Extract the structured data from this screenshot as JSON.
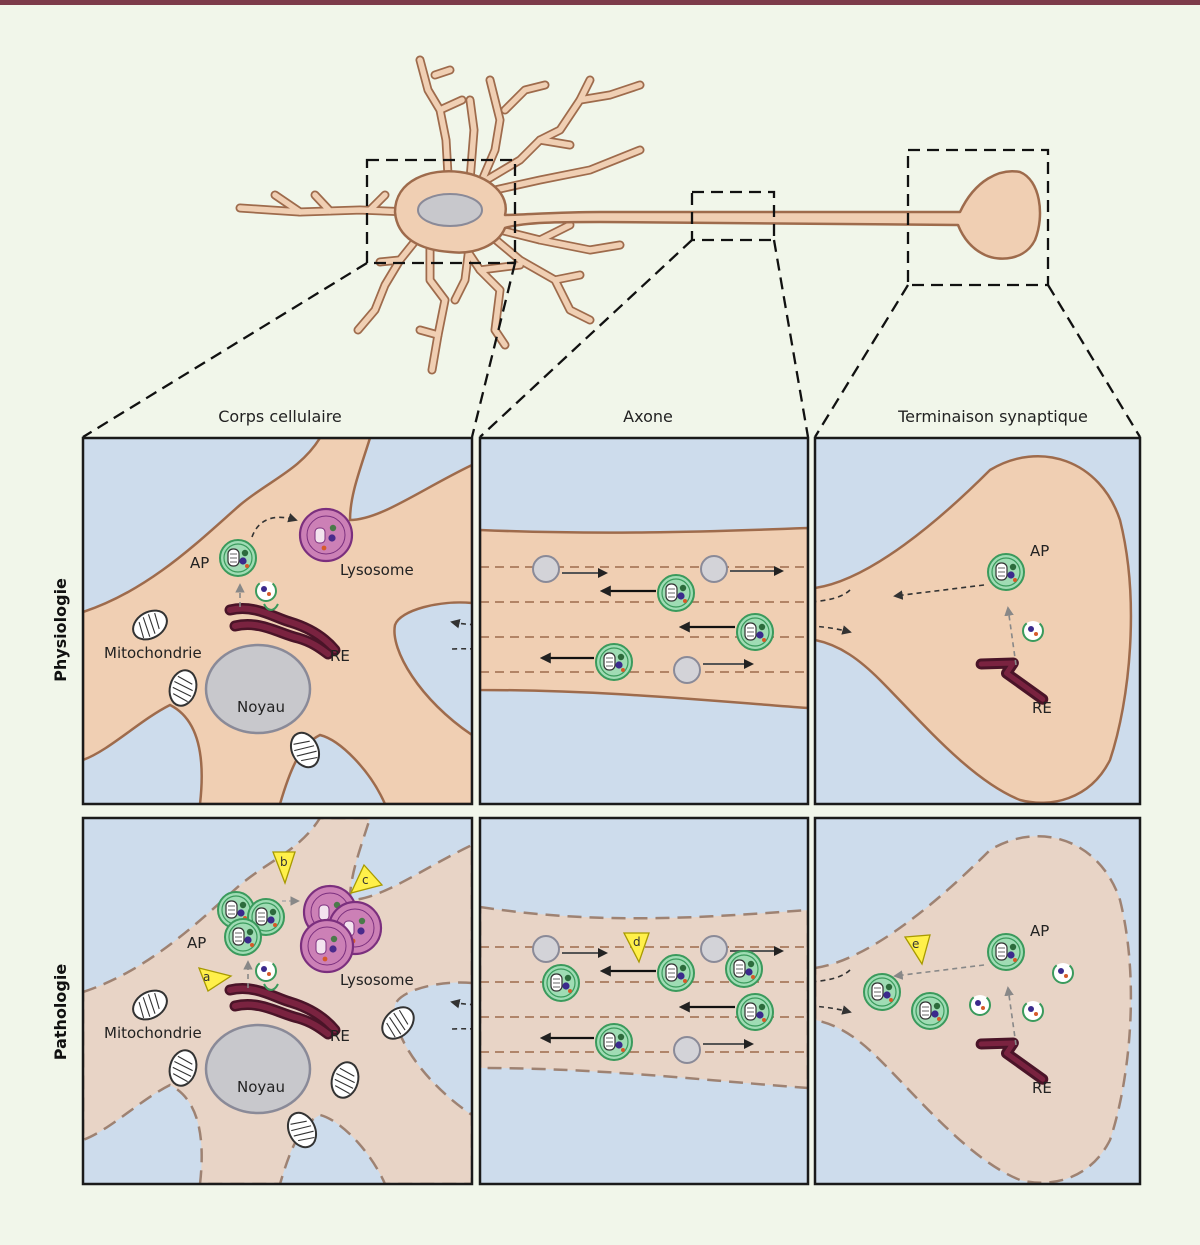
{
  "columns": {
    "cell_body": "Corps cellulaire",
    "axon": "Axone",
    "synapse": "Terminaison synaptique"
  },
  "rows": {
    "physiology": "Physiologie",
    "pathology": "Pathologie"
  },
  "labels": {
    "ap": "AP",
    "lysosome": "Lysosome",
    "mitochondria": "Mitochondrie",
    "er": "RE",
    "nucleus": "Noyau"
  },
  "markers": [
    "a",
    "b",
    "c",
    "d",
    "e"
  ],
  "colors": {
    "background": "#f1f6ea",
    "top_rule": "#7d3b4a",
    "panel_bg": "#cddcec",
    "cell_fill": "#f0cfb3",
    "cell_stroke": "#9e6b4c",
    "path_fill": "#e8d4c6",
    "autophagosome": "#9fdcb4",
    "lysosome": "#cc80b6",
    "er": "#7a2340",
    "marker": "#fff04a"
  }
}
